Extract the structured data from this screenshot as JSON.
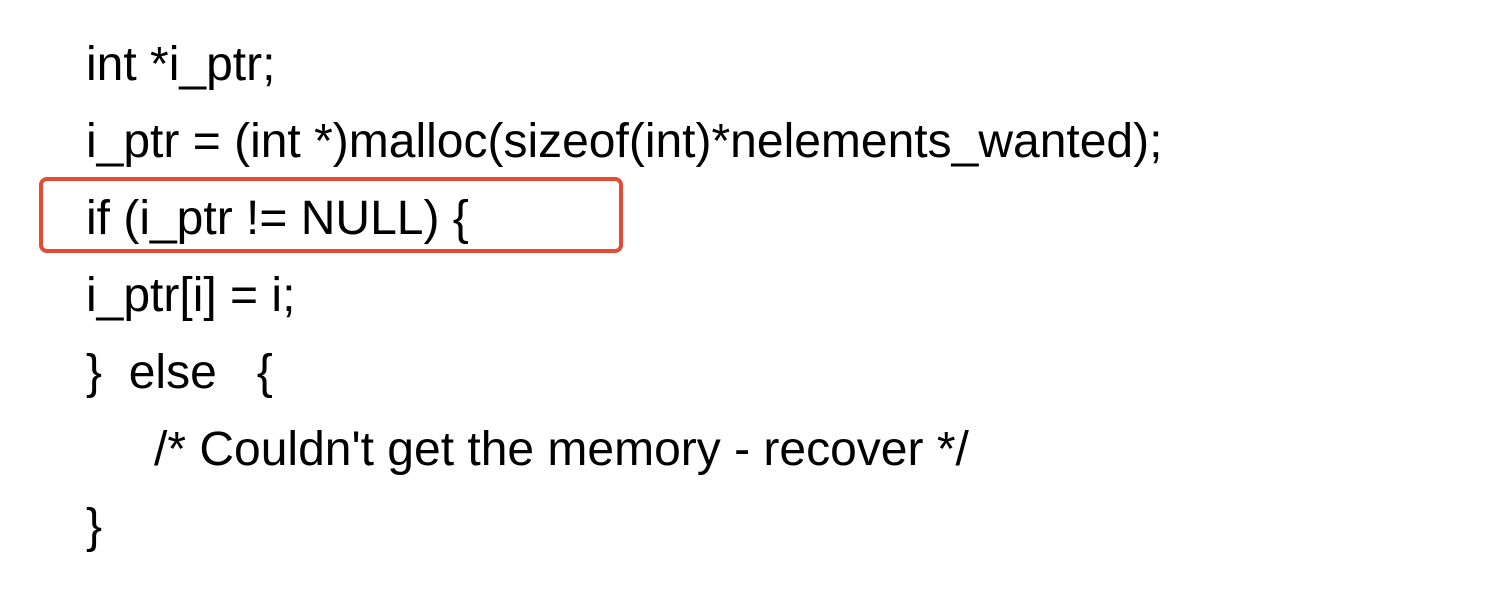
{
  "code": {
    "lines": [
      "int *i_ptr;",
      "i_ptr = (int *)malloc(sizeof(int)*nelements_wanted);",
      "if (i_ptr != NULL) {",
      "i_ptr[i] = i;",
      "}  else   {",
      "/* Couldn't get the memory - recover */",
      "}"
    ]
  },
  "highlight": {
    "color": "#e34b34",
    "target_line": "if (i_ptr != NULL) {"
  }
}
